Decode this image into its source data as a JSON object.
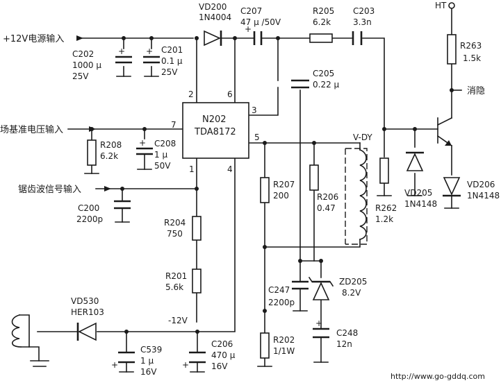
{
  "inputs": {
    "v12": "+12V电源输入",
    "field_ref": "场基准电压输入",
    "sawtooth": "锯齿波信号输入"
  },
  "ic": {
    "ref": "N202",
    "model": "TDA8172",
    "pins": {
      "p1": "1",
      "p2": "2",
      "p3": "3",
      "p4": "4",
      "p5": "5",
      "p6": "6",
      "p7": "7"
    }
  },
  "components": {
    "vd200": {
      "ref": "VD200",
      "value": "1N4004"
    },
    "c207": {
      "ref": "C207",
      "value": "47 μ /50V"
    },
    "r205": {
      "ref": "R205",
      "value": "6.2k"
    },
    "c203": {
      "ref": "C203",
      "value": "3.3n"
    },
    "c202": {
      "ref": "C202",
      "value": "1000 μ",
      "rating": "25V"
    },
    "c201": {
      "ref": "C201",
      "value": "0.1 μ",
      "rating": "25V"
    },
    "c205": {
      "ref": "C205",
      "value": "0.22 μ"
    },
    "r208": {
      "ref": "R208",
      "value": "6.2k"
    },
    "c208": {
      "ref": "C208",
      "value": "1 μ",
      "rating": "50V"
    },
    "c200": {
      "ref": "C200",
      "value": "2200p"
    },
    "r204": {
      "ref": "R204",
      "value": "750"
    },
    "r201": {
      "ref": "R201",
      "value": "5.6k"
    },
    "r207": {
      "ref": "R207",
      "value": "200"
    },
    "r206": {
      "ref": "R206",
      "value": "0.47"
    },
    "c247": {
      "ref": "C247",
      "value": "2200p"
    },
    "zd205": {
      "ref": "ZD205",
      "value": "8.2V"
    },
    "c248": {
      "ref": "C248",
      "value": "12n"
    },
    "r202": {
      "ref": "R202",
      "value": "1/1W"
    },
    "r262": {
      "ref": "R262",
      "value": "1.2k"
    },
    "vd205": {
      "ref": "VD205",
      "value": "1N4148"
    },
    "r263": {
      "ref": "R263",
      "value": "1.5k"
    },
    "vd206": {
      "ref": "VD206",
      "value": "1N4148"
    },
    "vd530": {
      "ref": "VD530",
      "value": "HER103"
    },
    "c539": {
      "ref": "C539",
      "value": "1 μ",
      "rating": "16V"
    },
    "c206": {
      "ref": "C206",
      "value": "470 μ",
      "rating": "16V"
    }
  },
  "nets": {
    "ht": "HT",
    "blanking": "消隐",
    "vdy": "V-DY",
    "minus12": "-12V"
  },
  "footer": {
    "url": "http://www.go-gddq.com"
  },
  "colors": {
    "ink": "#1a1a1a",
    "background": "#ffffff"
  }
}
